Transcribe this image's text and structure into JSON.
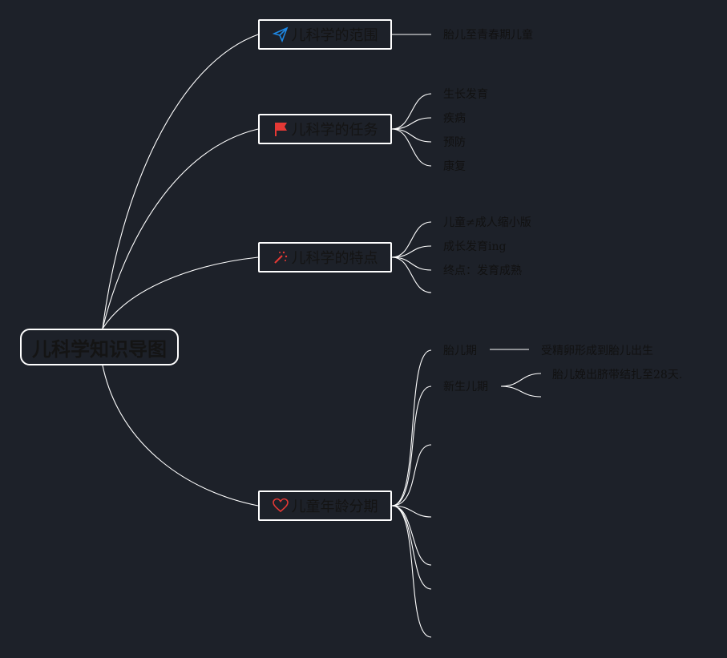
{
  "root": {
    "title": "儿科学知识导图"
  },
  "branches": [
    {
      "label": "儿科学的范围",
      "icon": "paper-plane-icon",
      "icon_color": "#1e88e5",
      "children": [
        "胎儿至青春期儿童"
      ]
    },
    {
      "label": "儿科学的任务",
      "icon": "flag-icon",
      "icon_color": "#e53935",
      "children": [
        "生长发育",
        "疾病",
        "预防",
        "康复"
      ]
    },
    {
      "label": "儿科学的特点",
      "icon": "magic-wand-icon",
      "icon_color": "#e53935",
      "children": [
        "儿童≠成人缩小版",
        "成长发育ing",
        "终点：发育成熟",
        ""
      ]
    },
    {
      "label": "儿童年龄分期",
      "icon": "heart-icon",
      "icon_color": "#e53935",
      "children": [
        {
          "label": "胎儿期",
          "children": [
            "受精卵形成到胎儿出生"
          ]
        },
        {
          "label": "新生儿期",
          "children": [
            "胎儿娩出脐带结扎至28天.",
            ""
          ]
        },
        "",
        "",
        "",
        "",
        ""
      ]
    }
  ],
  "colors": {
    "background": "#1d2129",
    "line": "#ffffff",
    "text": "#111111"
  }
}
